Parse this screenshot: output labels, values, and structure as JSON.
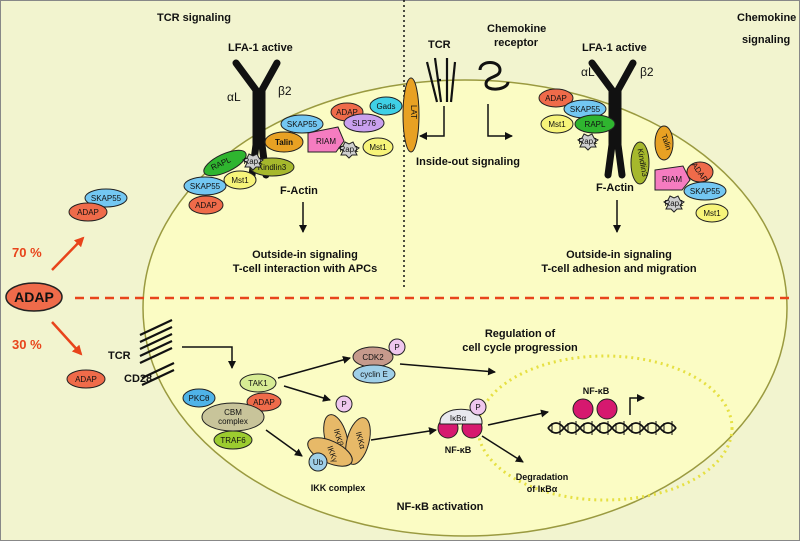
{
  "headings": {
    "tcr_signaling": "TCR signaling",
    "chemokine_line1": "Chemokine",
    "chemokine_line2": "signaling"
  },
  "labels": {
    "lfa1_left": "LFA-1 active",
    "lfa1_right": "LFA-1 active",
    "alphaL": "αL",
    "beta2": "β2",
    "tcr_top": "TCR",
    "chemokine_receptor_line1": "Chemokine",
    "chemokine_receptor_line2": "receptor",
    "inside_out": "Inside-out signaling",
    "factin_left": "F-Actin",
    "factin_right": "F-Actin",
    "outside_in_left_1": "Outside-in signaling",
    "outside_in_left_2": "T-cell interaction with APCs",
    "outside_in_right_1": "Outside-in signaling",
    "outside_in_right_2": "T-cell adhesion and migration",
    "adap_main": "ADAP",
    "pct70": "70 %",
    "pct30": "30 %",
    "tcr_bottom": "TCR",
    "cd28": "CD28",
    "regulation_1": "Regulation of",
    "regulation_2": "cell cycle progression",
    "ikk_complex": "IKK complex",
    "nfkb_activation": "NF-κB activation",
    "nfkb": "NF-κB",
    "nfkb_nucleus": "NF-κB",
    "degradation_1": "Degradation",
    "degradation_2": "of IκBα"
  },
  "proteins": {
    "skap55": "SKAP55",
    "adap": "ADAP",
    "gads": "Gads",
    "slp76": "SLP76",
    "talin": "Talin",
    "riam": "RIAM",
    "rap1": "Rap1",
    "kindlin3": "Kindlin3",
    "mst1": "Mst1",
    "rapl": "RAPL",
    "lat": "LAT",
    "pkc": "PKCθ",
    "cbm_1": "CBM",
    "cbm_2": "complex",
    "traf6": "TRAF6",
    "tak1": "TAK1",
    "ikkb": "IKKβ",
    "ikka": "IKKα",
    "ikkg": "IKKγ",
    "ub": "Ub",
    "p": "P",
    "cdk2": "CDK2",
    "cyclinE": "cyclin E",
    "ikba": "IκBα"
  },
  "colors": {
    "background": "#f2f4cf",
    "cell": "#fbfcc4",
    "adap": "#ef6b4a",
    "skap55": "#73c7f2",
    "talin": "#e8a123",
    "riam": "#f57cc0",
    "rapl": "#2fb52f",
    "mst1": "#f7f47a",
    "gads": "#3fd0e6",
    "slp76": "#c9a0ee",
    "kindlin": "#a6b82c",
    "lat": "#e8a123",
    "pkc": "#4fb3e8",
    "cbm": "#c8c49a",
    "traf6": "#9ccc2f",
    "tak1": "#d7ec94",
    "ikk": "#e7b968",
    "cdk2": "#c69a8c",
    "cyclinE": "#9fcfe8",
    "p": "#efc7ee",
    "nfkb": "#d6186f",
    "arrow_red": "#e8441b",
    "divider": "#e8441b"
  }
}
